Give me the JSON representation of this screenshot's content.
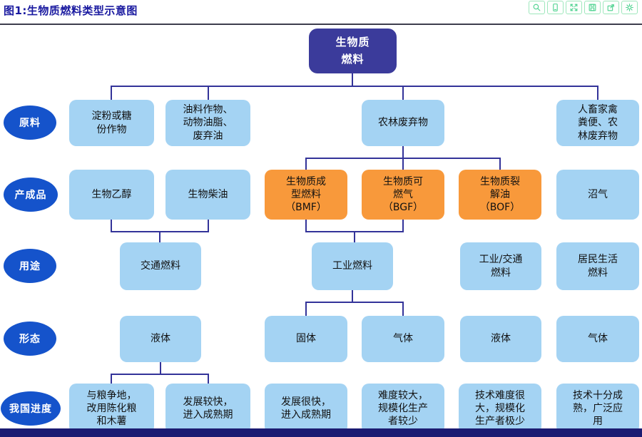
{
  "header": {
    "title": "图1:生物质燃料类型示意图"
  },
  "toolbar": {
    "icons": [
      {
        "name": "zoom"
      },
      {
        "name": "device"
      },
      {
        "name": "expand"
      },
      {
        "name": "save"
      },
      {
        "name": "export"
      },
      {
        "name": "settings"
      }
    ]
  },
  "diagram": {
    "root": {
      "label": "生物质\n燃料"
    },
    "row_labels": [
      "原料",
      "产成品",
      "用途",
      "形态",
      "我国进度"
    ],
    "raw_materials": [
      "淀粉或糖\n份作物",
      "油料作物、\n动物油脂、\n废弃油",
      "农林废弃物",
      "人畜家禽\n粪便、农\n林废弃物"
    ],
    "products": [
      {
        "label": "生物乙醇",
        "highlight": false
      },
      {
        "label": "生物柴油",
        "highlight": false
      },
      {
        "label": "生物质成\n型燃料\n（BMF）",
        "highlight": true
      },
      {
        "label": "生物质可\n燃气\n（BGF）",
        "highlight": true
      },
      {
        "label": "生物质裂\n解油\n（BOF）",
        "highlight": true
      },
      {
        "label": "沼气",
        "highlight": false
      }
    ],
    "uses": [
      "交通燃料",
      "工业燃料",
      "工业/交通\n燃料",
      "居民生活\n燃料"
    ],
    "forms": [
      "液体",
      "固体",
      "气体",
      "液体",
      "气体"
    ],
    "progress": [
      "与粮争地，\n改用陈化粮\n和木薯",
      "发展较快，\n进入成熟期",
      "发展很快，\n进入成熟期",
      "难度较大，\n规模化生产\n者较少",
      "技术难度很\n大，规模化\n生产者极少",
      "技术十分成\n熟，广泛应\n用"
    ]
  },
  "colors": {
    "title": "#1a1aa0",
    "root_box": "#3b3b9b",
    "row_label_ellipse": "#1553cb",
    "box_blue": "#a4d3f3",
    "box_orange": "#f8993b",
    "connector": "#333399",
    "bottom_bar": "#1b1b72",
    "icon_green": "#49d18d"
  }
}
